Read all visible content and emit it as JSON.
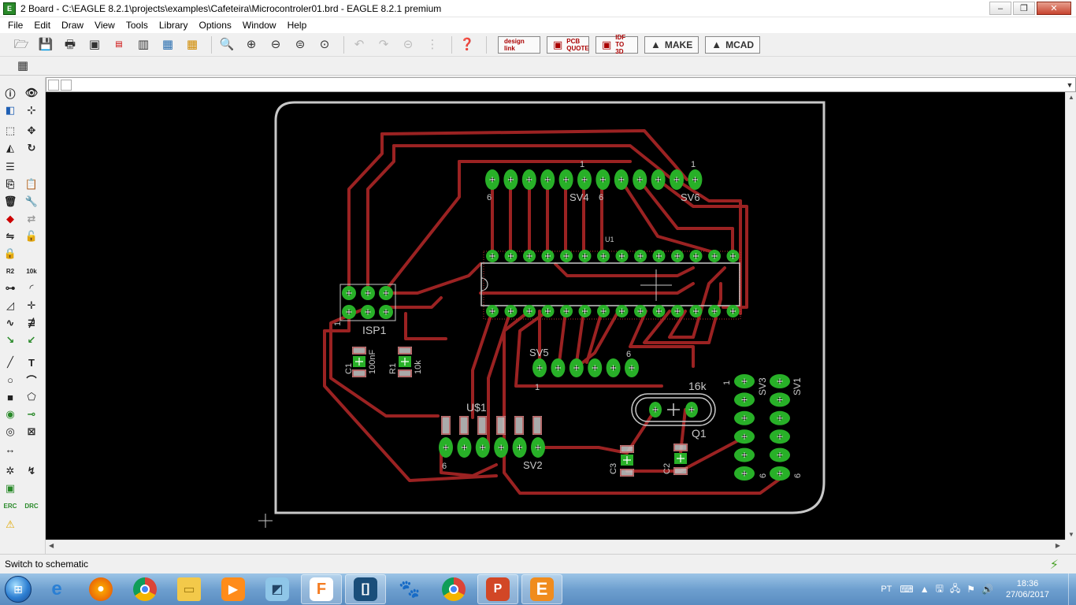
{
  "window": {
    "title": "2 Board - C:\\EAGLE 8.2.1\\projects\\examples\\Cafeteira\\Microcontroler01.brd - EAGLE 8.2.1 premium",
    "minimize": "‒",
    "maximize": "❐",
    "close": "✕"
  },
  "menu": [
    "File",
    "Edit",
    "Draw",
    "View",
    "Tools",
    "Library",
    "Options",
    "Window",
    "Help"
  ],
  "toolbar": {
    "brand_buttons": {
      "design_link": "design link",
      "pcb_quote": "PCB QUOTE",
      "idf_to_3d": "IDF TO 3D",
      "make": "MAKE",
      "mcad": "MCAD"
    }
  },
  "command_line": {
    "value": ""
  },
  "board": {
    "labels": {
      "u1": "U1",
      "isp1": "ISP1",
      "sv4": "SV4",
      "sv6": "SV6",
      "sv5": "SV5",
      "sv2": "SV2",
      "sv3": "SV3",
      "sv1": "SV1",
      "us1": "U$1",
      "c1": "C1",
      "c1_val": "100nF",
      "r1": "R1",
      "r1_val": "10k",
      "c2": "C2",
      "c3": "C3",
      "q1": "Q1",
      "q1_val": "16k",
      "pin1": "1",
      "pin6": "6"
    },
    "colors": {
      "background": "#000000",
      "trace": "#9b2222",
      "pad": "#28b028",
      "outline": "#c8c8c8",
      "silk": "#c8c8c8"
    }
  },
  "status": {
    "message": "Switch to schematic"
  },
  "taskbar": {
    "language": "PT",
    "time": "18:36",
    "date": "27/06/2017"
  }
}
